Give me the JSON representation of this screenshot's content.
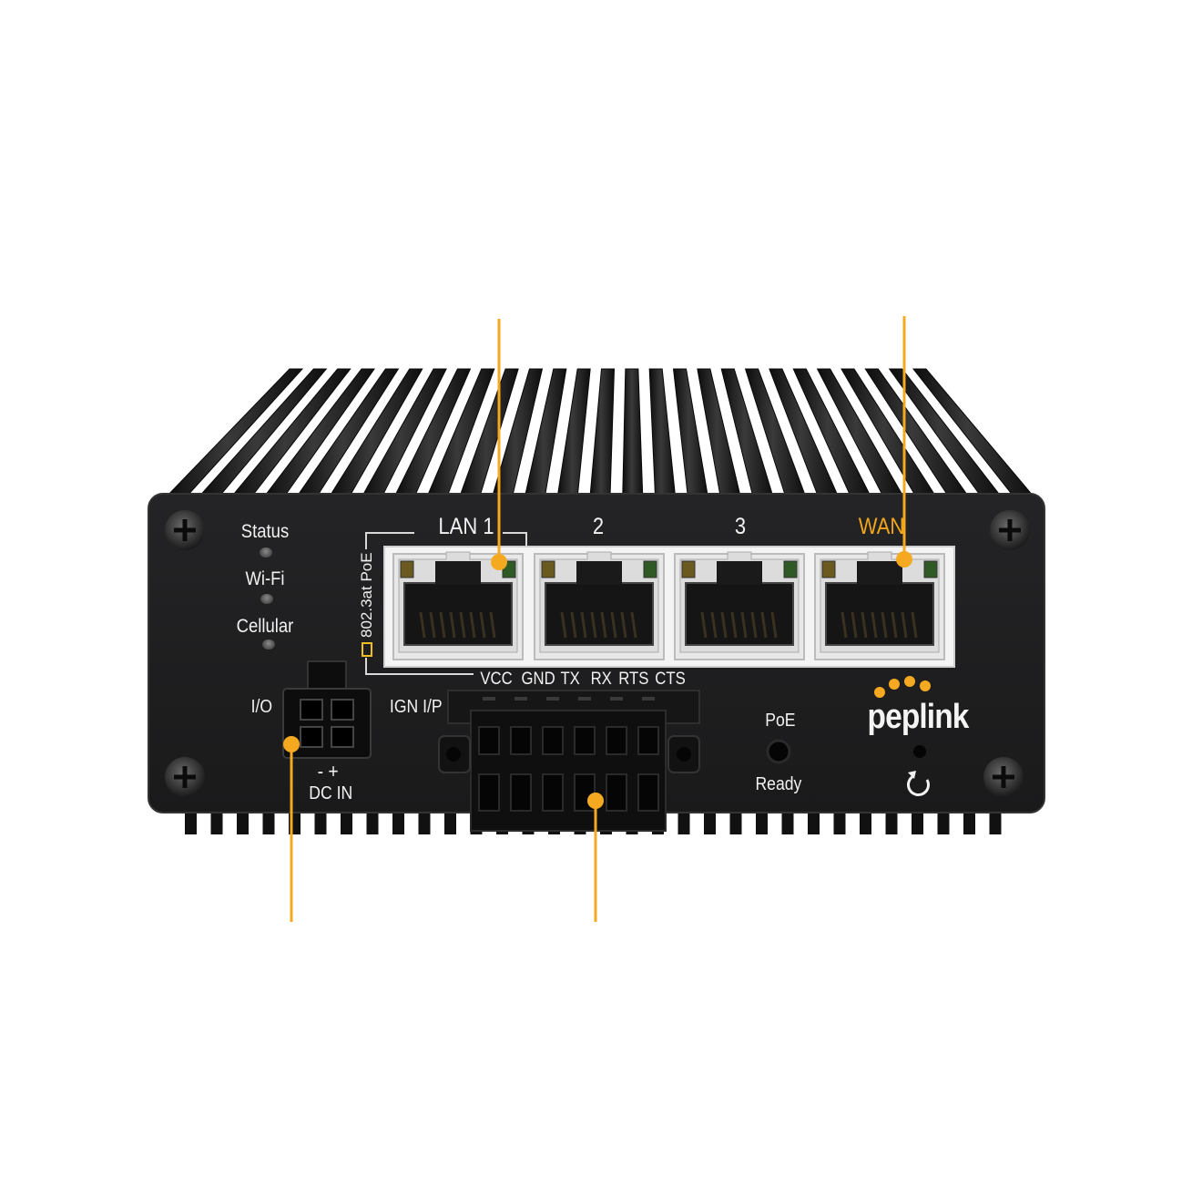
{
  "device": {
    "leds": [
      "Status",
      "Wi-Fi",
      "Cellular"
    ],
    "lan_label": "LAN 1",
    "port_labels": [
      "2",
      "3",
      "WAN"
    ],
    "poe_side_label": "802.3at PoE",
    "serial_pins": [
      "VCC",
      "GND",
      "TX",
      "RX",
      "RTS",
      "CTS"
    ],
    "ign_label": "IGN I/P",
    "io_label": "I/O",
    "dc_polarity": "-  +",
    "dc_label": "DC IN",
    "poe_label": "PoE",
    "ready_label": "Ready",
    "brand": "peplink",
    "reset_icon": "reset-icon"
  },
  "colors": {
    "accent": "#f5a920",
    "wan_label": "#f0a61b",
    "chassis": "#1d1d1f",
    "fins": "#141414"
  }
}
